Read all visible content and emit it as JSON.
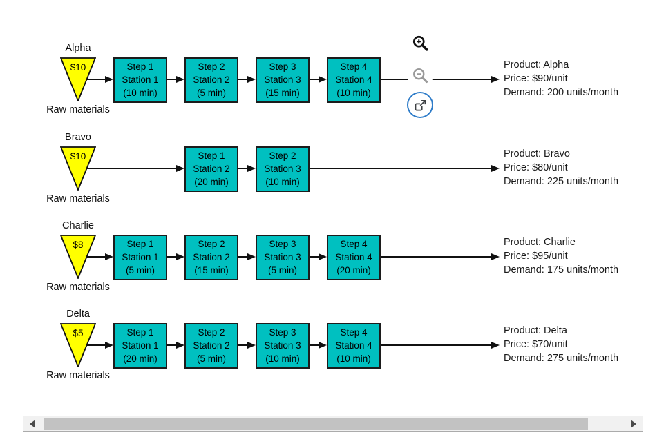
{
  "rows": [
    {
      "name": "Alpha",
      "cost": "$10",
      "source_label": "Raw materials",
      "steps": [
        {
          "step": "Step 1",
          "station": "Station 1",
          "time": "(10 min)"
        },
        {
          "step": "Step 2",
          "station": "Station 2",
          "time": "(5 min)"
        },
        {
          "step": "Step 3",
          "station": "Station 3",
          "time": "(15 min)"
        },
        {
          "step": "Step 4",
          "station": "Station 4",
          "time": "(10 min)"
        }
      ],
      "product": [
        "Product: Alpha",
        "Price: $90/unit",
        "Demand: 200 units/month"
      ]
    },
    {
      "name": "Bravo",
      "cost": "$10",
      "source_label": "Raw materials",
      "steps": [
        {
          "step": "Step 1",
          "station": "Station 2",
          "time": "(20 min)"
        },
        {
          "step": "Step 2",
          "station": "Station 3",
          "time": "(10 min)"
        }
      ],
      "product": [
        "Product: Bravo",
        "Price: $80/unit",
        "Demand: 225 units/month"
      ]
    },
    {
      "name": "Charlie",
      "cost": "$8",
      "source_label": "Raw materials",
      "steps": [
        {
          "step": "Step 1",
          "station": "Station 1",
          "time": "(5 min)"
        },
        {
          "step": "Step 2",
          "station": "Station 2",
          "time": "(15 min)"
        },
        {
          "step": "Step 3",
          "station": "Station 3",
          "time": "(5 min)"
        },
        {
          "step": "Step 4",
          "station": "Station 4",
          "time": "(20 min)"
        }
      ],
      "product": [
        "Product: Charlie",
        "Price: $95/unit",
        "Demand: 175 units/month"
      ]
    },
    {
      "name": "Delta",
      "cost": "$5",
      "source_label": "Raw materials",
      "steps": [
        {
          "step": "Step 1",
          "station": "Station 1",
          "time": "(20 min)"
        },
        {
          "step": "Step 2",
          "station": "Station 2",
          "time": "(5 min)"
        },
        {
          "step": "Step 3",
          "station": "Station 3",
          "time": "(10 min)"
        },
        {
          "step": "Step 4",
          "station": "Station 4",
          "time": "(10 min)"
        }
      ],
      "product": [
        "Product: Delta",
        "Price: $70/unit",
        "Demand: 275 units/month"
      ]
    }
  ],
  "controls": {
    "icons": [
      "zoom-in-icon",
      "zoom-out-icon",
      "open-external-icon"
    ]
  },
  "colors": {
    "station_box_fill": "#00C0C0",
    "raw_triangle_fill": "#FFFF00",
    "external_button_ring": "#2E7CC9",
    "arrow": "#111111",
    "scrollbar_thumb": "#C2C2C2",
    "scrollbar_track": "#F1F1F1"
  }
}
